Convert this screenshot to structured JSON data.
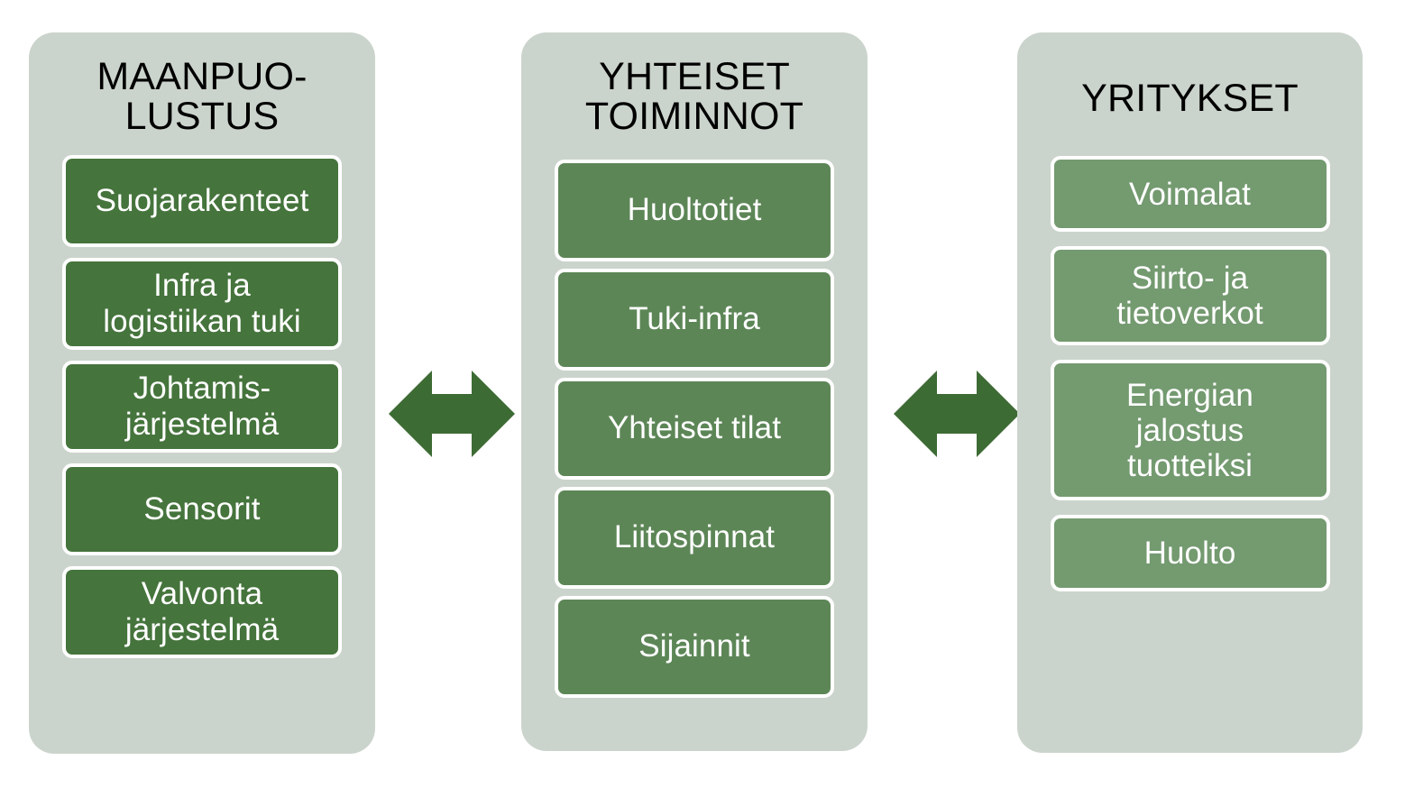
{
  "diagram": {
    "title_text": "",
    "background_color": "#ffffff",
    "panel_background_color": "#CBD4CC",
    "arrow_color": "#3D6B34",
    "panels": [
      {
        "id": "maanpuolustus",
        "title": "MAANPUO-\nLUSTUS",
        "box_color": "#45743C",
        "items": [
          {
            "label": "Suojarakenteet"
          },
          {
            "label": "Infra ja\nlogistiikan tuki"
          },
          {
            "label": "Johtamis-\njärjestelmä"
          },
          {
            "label": "Sensorit"
          },
          {
            "label": "Valvonta\njärjestelmä"
          }
        ]
      },
      {
        "id": "yhteiset-toiminnot",
        "title": "YHTEISET\nTOIMINNOT",
        "box_color": "#5D8657",
        "items": [
          {
            "label": "Huoltotiet"
          },
          {
            "label": "Tuki-infra"
          },
          {
            "label": "Yhteiset tilat"
          },
          {
            "label": "Liitospinnat"
          },
          {
            "label": "Sijainnit"
          }
        ]
      },
      {
        "id": "yritykset",
        "title": "YRITYKSET",
        "box_color": "#749A70",
        "items": [
          {
            "label": "Voimalat"
          },
          {
            "label": "Siirto- ja\ntietoverkot"
          },
          {
            "label": "Energian\njalostus\ntuotteiksi"
          },
          {
            "label": "Huolto"
          }
        ]
      }
    ],
    "connectors": [
      {
        "id": "connector-left",
        "icon": "double-headed-arrow-icon",
        "from": "maanpuolustus",
        "to": "yhteiset-toiminnot"
      },
      {
        "id": "connector-right",
        "icon": "double-headed-arrow-icon",
        "from": "yhteiset-toiminnot",
        "to": "yritykset"
      }
    ]
  }
}
